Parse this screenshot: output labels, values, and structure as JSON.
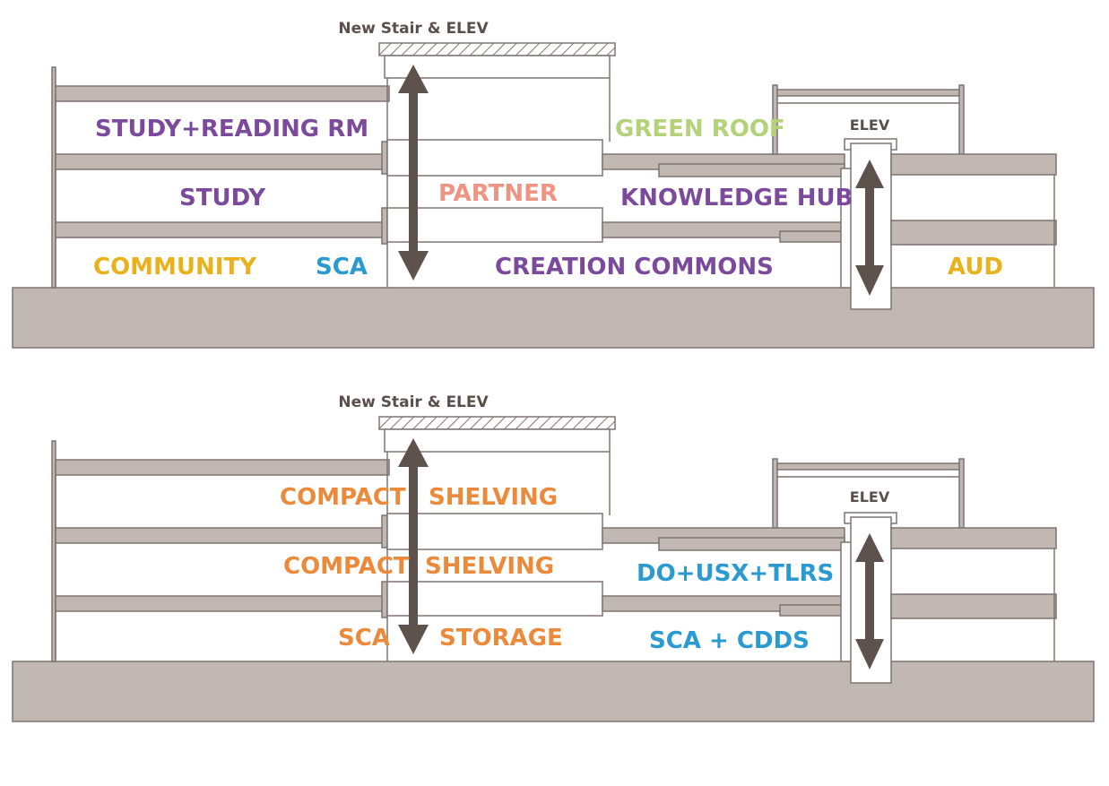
{
  "colors": {
    "ground": "#c2b8b3",
    "slab": "#c2b8b3",
    "outline": "#7d7470",
    "arrow": "#5e524d",
    "caption": "#5a4f4a",
    "purple": "#7b4a9c",
    "yellow": "#e9b21c",
    "blue": "#2a9ad1",
    "salmon": "#ef9483",
    "green": "#b3d27a",
    "orange": "#ec8a3c"
  },
  "section_top": {
    "stair_caption": "New Stair & ELEV",
    "elev_caption": "ELEV",
    "labels": {
      "study_reading": "STUDY+READING RM",
      "green_roof": "GREEN ROOF",
      "study": "STUDY",
      "partner": "PARTNER",
      "knowledge_hub": "KNOWLEDGE HUB",
      "community": "COMMUNITY",
      "sca": "SCA",
      "creation_commons": "CREATION COMMONS",
      "aud": "AUD"
    }
  },
  "section_bottom": {
    "stair_caption": "New Stair & ELEV",
    "elev_caption": "ELEV",
    "labels": {
      "compact_1": "COMPACT",
      "shelving_1": "SHELVING",
      "compact_2": "COMPACT",
      "shelving_2": "SHELVING",
      "do_usx_tlrs": "DO+USX+TLRS",
      "sca": "SCA",
      "storage": "STORAGE",
      "sca_cdds": "SCA + CDDS"
    }
  }
}
